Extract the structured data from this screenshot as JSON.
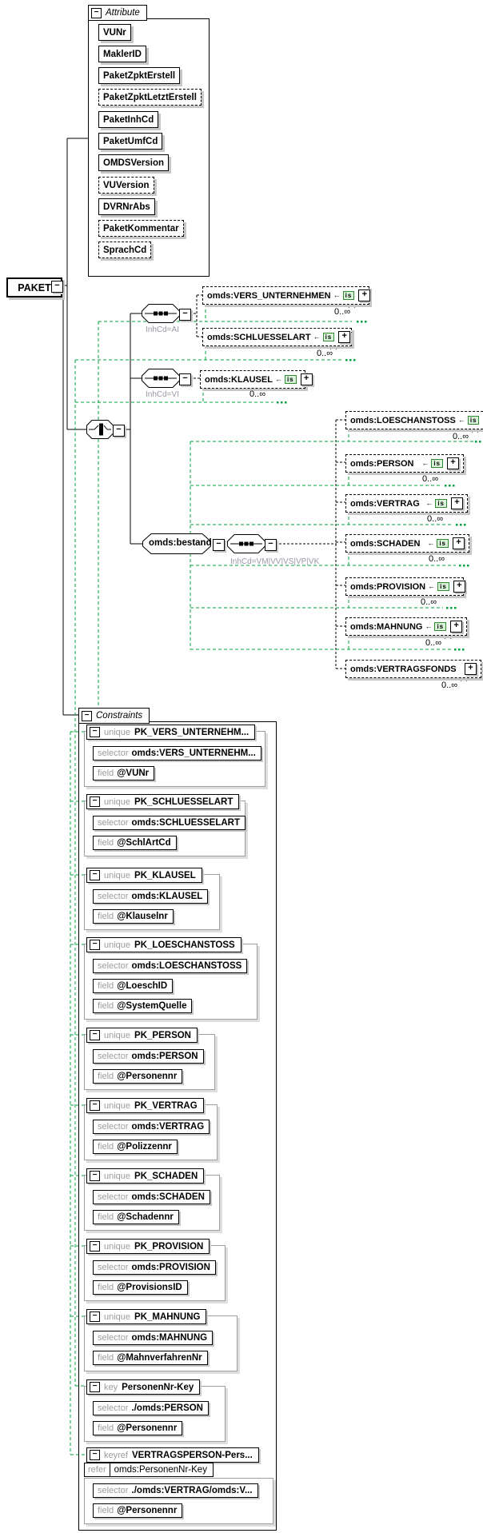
{
  "diagram": {
    "root": {
      "label": "PAKET"
    },
    "sections": {
      "attributes_label": "Attribute",
      "constraints_label": "Constraints"
    },
    "badges": {
      "collapse": "−",
      "expand": "+",
      "is_badge": "is",
      "link_arrow": "←"
    },
    "colors": {
      "constraint_line_green": "#00A33D",
      "badge_green_bg": "#D9F2D9",
      "badge_green_border": "#2E8B2E",
      "shadow_gray": "#C6C6C6",
      "keyword_gray": "#9B9B9B"
    },
    "attributes": [
      {
        "label": "VUNr",
        "optional": false
      },
      {
        "label": "MaklerID",
        "optional": false
      },
      {
        "label": "PaketZpktErstell",
        "optional": false
      },
      {
        "label": "PaketZpktLetztErstell",
        "optional": true
      },
      {
        "label": "PaketInhCd",
        "optional": false
      },
      {
        "label": "PaketUmfCd",
        "optional": false
      },
      {
        "label": "OMDSVersion",
        "optional": false
      },
      {
        "label": "VUVersion",
        "optional": true
      },
      {
        "label": "DVRNrAbs",
        "optional": false
      },
      {
        "label": "PaketKommentar",
        "optional": true
      },
      {
        "label": "SprachCd",
        "optional": true
      }
    ],
    "compositors": {
      "seq_ai_label": "InhCd=AI",
      "seq_vi_label": "InhCd=VI",
      "bestand_label": "omds:bestand",
      "bestand_seq_label": "InhCd=VM|VV|VS|VP|VK"
    },
    "elements": {
      "group_ai": [
        {
          "label": "omds:VERS_UNTERNEHMEN",
          "occurs": "0..∞"
        },
        {
          "label": "omds:SCHLUESSELART",
          "occurs": "0..∞"
        }
      ],
      "group_vi": [
        {
          "label": "omds:KLAUSEL",
          "occurs": "0..∞"
        }
      ],
      "bestand_children": [
        {
          "label": "omds:LOESCHANSTOSS",
          "occurs": "0..∞"
        },
        {
          "label": "omds:PERSON",
          "occurs": "0..∞"
        },
        {
          "label": "omds:VERTRAG",
          "occurs": "0..∞"
        },
        {
          "label": "omds:SCHADEN",
          "occurs": "0..∞"
        },
        {
          "label": "omds:PROVISION",
          "occurs": "0..∞"
        },
        {
          "label": "omds:MAHNUNG",
          "occurs": "0..∞"
        },
        {
          "label": "omds:VERTRAGSFONDS",
          "occurs": "0..∞"
        }
      ]
    },
    "constraints": [
      {
        "kind": "unique",
        "name": "PK_VERS_UNTERNEHM...",
        "rows": [
          {
            "key": "selector",
            "value": "omds:VERS_UNTERNEHM..."
          },
          {
            "key": "field",
            "value": "@VUNr"
          }
        ]
      },
      {
        "kind": "unique",
        "name": "PK_SCHLUESSELART",
        "rows": [
          {
            "key": "selector",
            "value": "omds:SCHLUESSELART"
          },
          {
            "key": "field",
            "value": "@SchlArtCd"
          }
        ]
      },
      {
        "kind": "unique",
        "name": "PK_KLAUSEL",
        "rows": [
          {
            "key": "selector",
            "value": "omds:KLAUSEL"
          },
          {
            "key": "field",
            "value": "@Klauselnr"
          }
        ]
      },
      {
        "kind": "unique",
        "name": "PK_LOESCHANSTOSS",
        "rows": [
          {
            "key": "selector",
            "value": "omds:LOESCHANSTOSS"
          },
          {
            "key": "field",
            "value": "@LoeschID"
          },
          {
            "key": "field",
            "value": "@SystemQuelle"
          }
        ]
      },
      {
        "kind": "unique",
        "name": "PK_PERSON",
        "rows": [
          {
            "key": "selector",
            "value": "omds:PERSON"
          },
          {
            "key": "field",
            "value": "@Personennr"
          }
        ]
      },
      {
        "kind": "unique",
        "name": "PK_VERTRAG",
        "rows": [
          {
            "key": "selector",
            "value": "omds:VERTRAG"
          },
          {
            "key": "field",
            "value": "@Polizzennr"
          }
        ]
      },
      {
        "kind": "unique",
        "name": "PK_SCHADEN",
        "rows": [
          {
            "key": "selector",
            "value": "omds:SCHADEN"
          },
          {
            "key": "field",
            "value": "@Schadennr"
          }
        ]
      },
      {
        "kind": "unique",
        "name": "PK_PROVISION",
        "rows": [
          {
            "key": "selector",
            "value": "omds:PROVISION"
          },
          {
            "key": "field",
            "value": "@ProvisionsID"
          }
        ]
      },
      {
        "kind": "unique",
        "name": "PK_MAHNUNG",
        "rows": [
          {
            "key": "selector",
            "value": "omds:MAHNUNG"
          },
          {
            "key": "field",
            "value": "@MahnverfahrenNr"
          }
        ]
      },
      {
        "kind": "key",
        "name": "PersonenNr-Key",
        "rows": [
          {
            "key": "selector",
            "value": "./omds:PERSON"
          },
          {
            "key": "field",
            "value": "@Personennr"
          }
        ]
      },
      {
        "kind": "keyref",
        "name": "VERTRAGSPERSON-Pers...",
        "refer_key": "refer",
        "refer_value": "omds:PersonenNr-Key",
        "rows": [
          {
            "key": "selector",
            "value": "./omds:VERTRAG/omds:V..."
          },
          {
            "key": "field",
            "value": "@Personennr"
          }
        ]
      }
    ]
  }
}
